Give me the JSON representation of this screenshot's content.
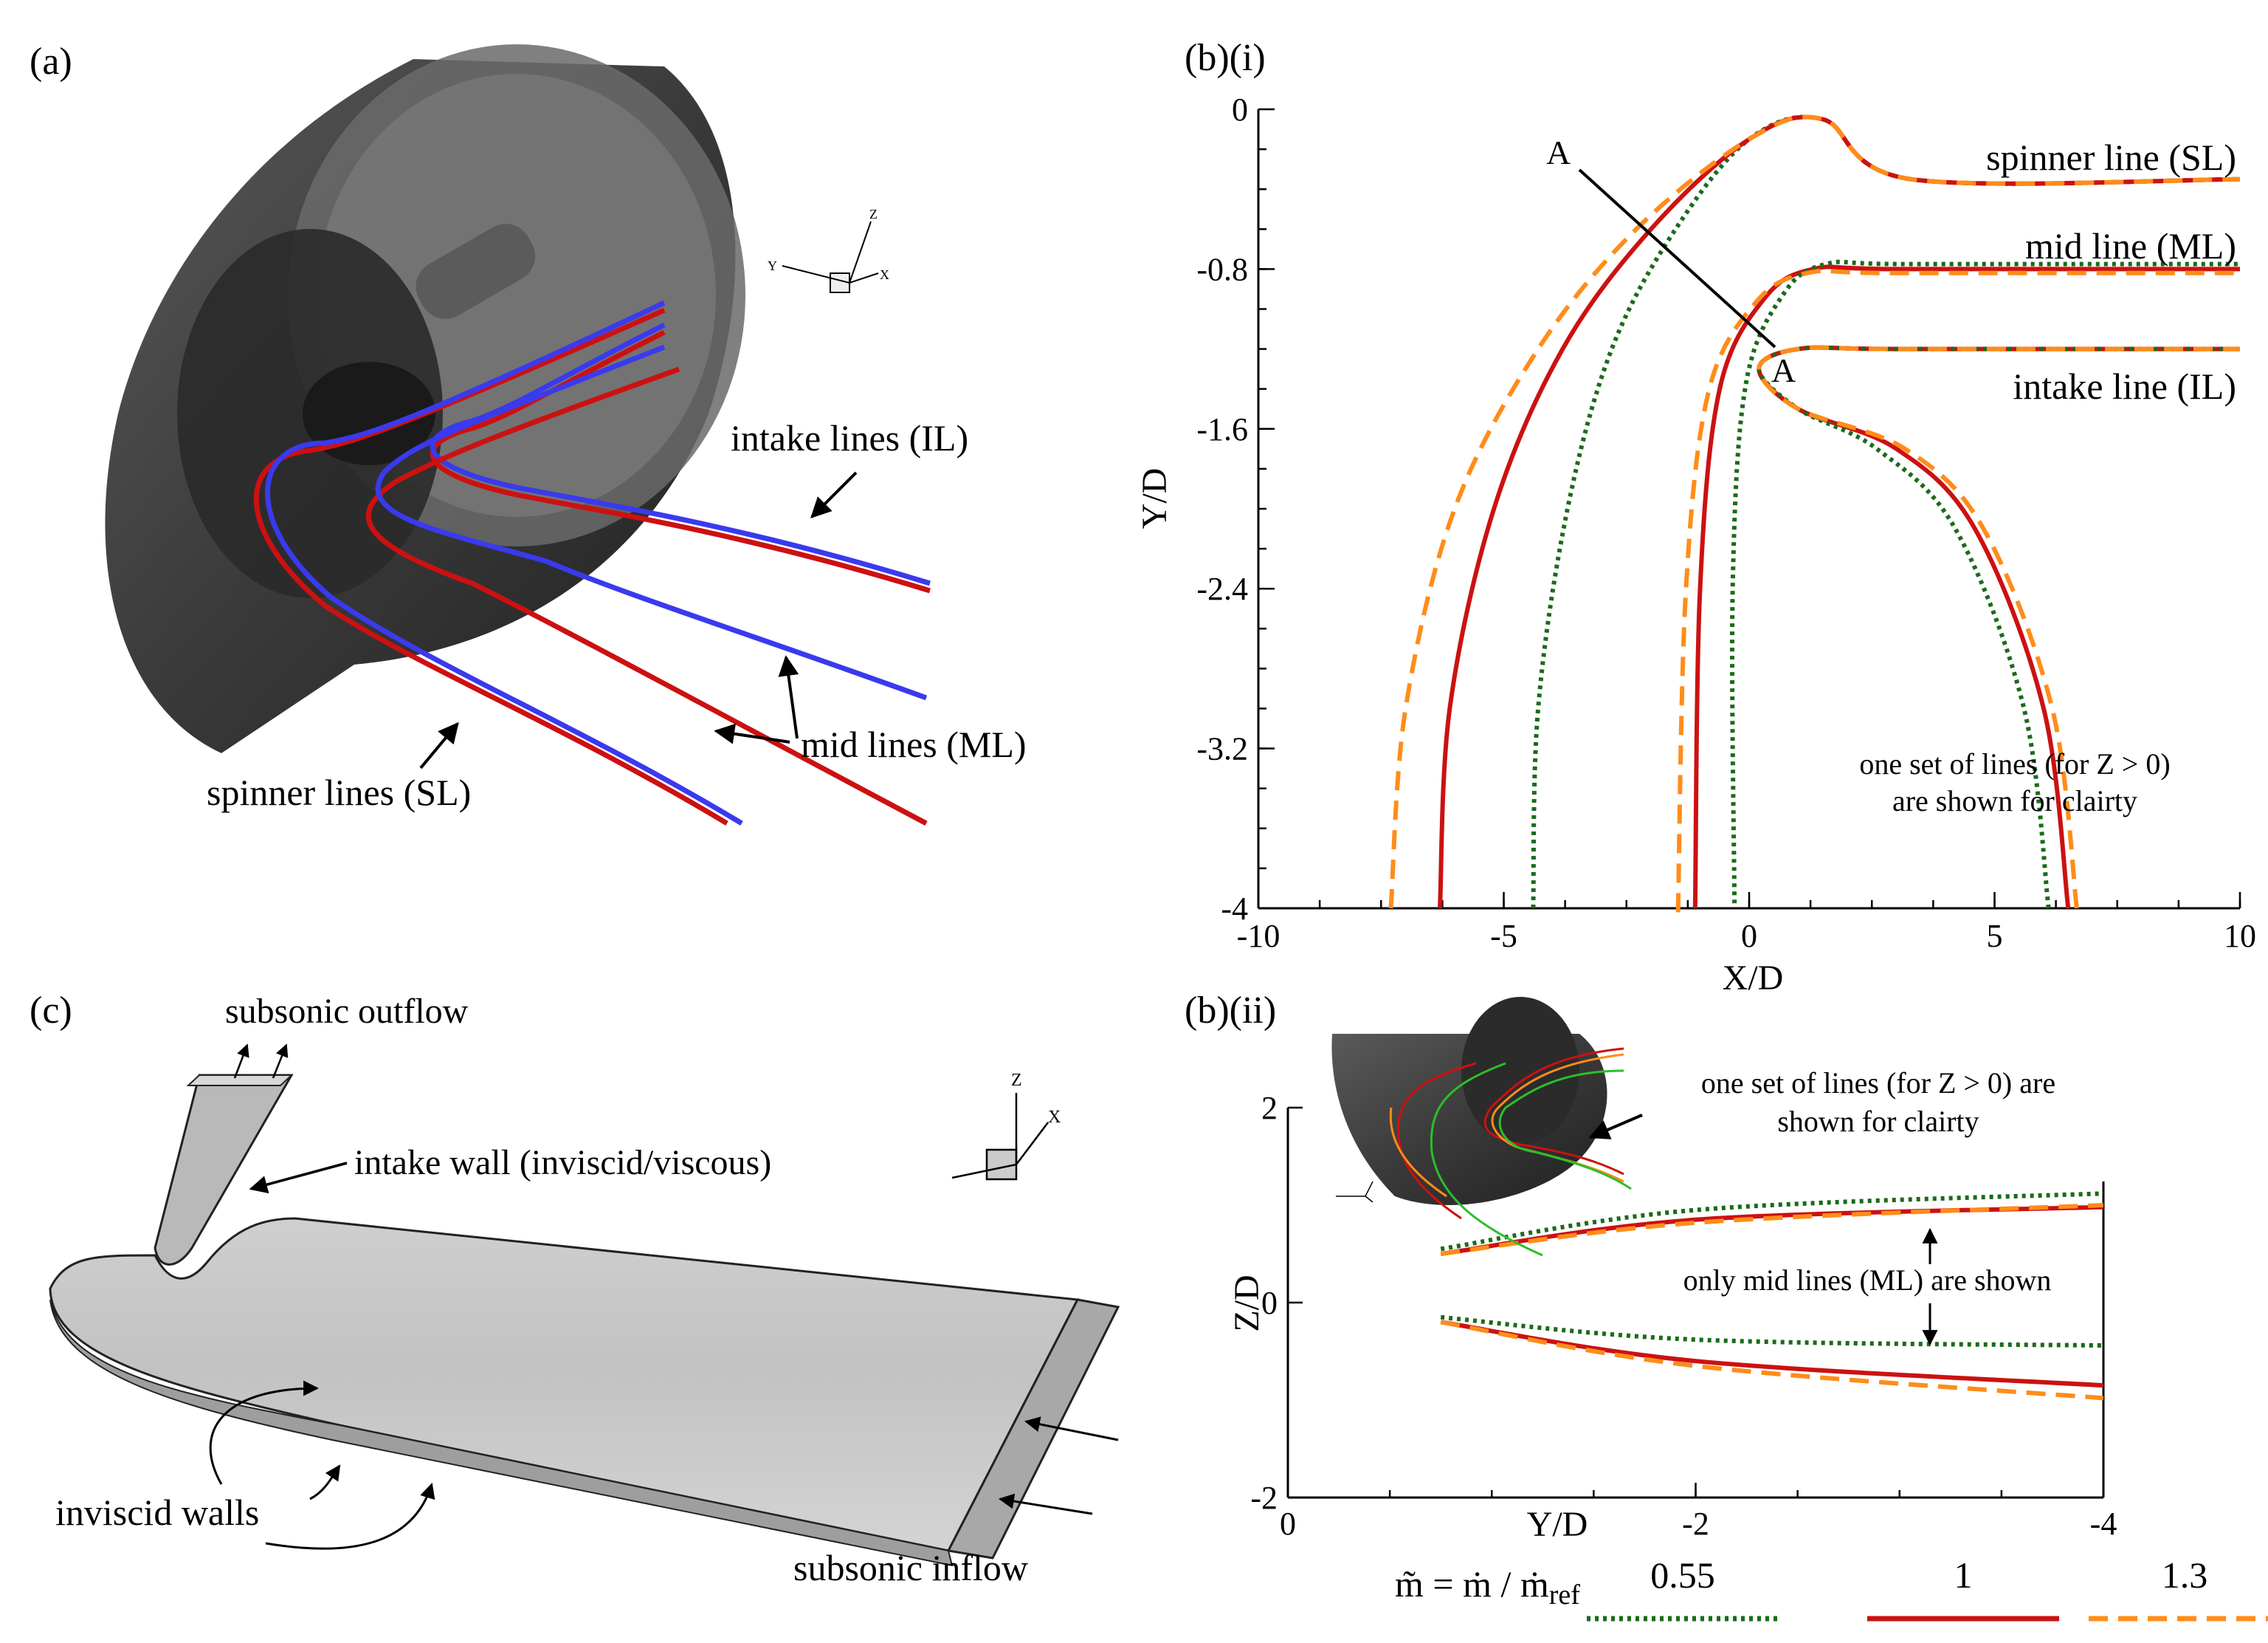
{
  "panels": {
    "a": {
      "label": "(a)",
      "annotations": {
        "intake": "intake lines (IL)",
        "mid": "mid lines (ML)",
        "spinner": "spinner lines (SL)"
      },
      "triad": {
        "y": "Y",
        "z": "Z",
        "x": "X"
      }
    },
    "bi": {
      "label": "(b)(i)",
      "xlabel": "X/D",
      "ylabel": "Y/D",
      "xticks": [
        "-10",
        "-5",
        "0",
        "5",
        "10"
      ],
      "yticks": [
        "0",
        "-0.8",
        "-1.6",
        "-2.4",
        "-3.2",
        "-4"
      ],
      "line_labels": {
        "sl": "spinner line (SL)",
        "ml": "mid line (ML)",
        "il": "intake line (IL)"
      },
      "point_label": "A",
      "note": [
        "one set of lines (for Z > 0)",
        "are shown for clairty"
      ]
    },
    "bii": {
      "label": "(b)(ii)",
      "xlabel": "Y/D",
      "ylabel": "Z/D",
      "xticks": [
        "0",
        "-2",
        "-4"
      ],
      "yticks": [
        "2",
        "0",
        "-2"
      ],
      "note": [
        "one set of lines (for Z > 0) are",
        "shown for clairty"
      ],
      "mid_note": "only mid lines (ML) are shown"
    },
    "c": {
      "label": "(c)",
      "annotations": {
        "outflow": "subsonic outflow",
        "intake_wall": "intake wall (inviscid/viscous)",
        "inviscid": "inviscid walls",
        "inflow": "subsonic inflow"
      },
      "triad": {
        "z": "Z",
        "x": "X"
      }
    }
  },
  "legend": {
    "title": "m̃ = ṁ / ṁ",
    "title_sub": "ref",
    "entries": [
      {
        "label": "0.55",
        "color": "#1a6b1a",
        "style": "dotted"
      },
      {
        "label": "1",
        "color": "#cc1111",
        "style": "solid"
      },
      {
        "label": "1.3",
        "color": "#ff8c1a",
        "style": "dashed"
      }
    ]
  },
  "colors": {
    "green": "#1a6b1a",
    "red": "#cc1111",
    "orange": "#ff8c1a",
    "blue": "#3a3aee"
  },
  "chart_data": [
    {
      "type": "line",
      "panel": "(b)(i)",
      "xlabel": "X/D",
      "ylabel": "Y/D",
      "xlim": [
        -10,
        10
      ],
      "ylim": [
        -4,
        0
      ],
      "series": [
        {
          "name": "0.55",
          "line": "SL",
          "x": [
            -4.4,
            -4.3,
            -3.7,
            -2.8,
            -1.5,
            0.0,
            1.5,
            3.3,
            10
          ],
          "y": [
            -4.0,
            -3.0,
            -2.0,
            -1.2,
            -0.6,
            -0.15,
            -0.05,
            -0.35,
            -0.35
          ]
        },
        {
          "name": "1",
          "line": "SL",
          "x": [
            -6.3,
            -6.1,
            -5.2,
            -3.8,
            -2.0,
            0.0,
            1.5,
            3.3,
            10
          ],
          "y": [
            -4.0,
            -3.0,
            -2.0,
            -1.2,
            -0.6,
            -0.15,
            -0.05,
            -0.35,
            -0.35
          ]
        },
        {
          "name": "1.3",
          "line": "SL",
          "x": [
            -7.3,
            -7.0,
            -6.0,
            -4.3,
            -2.3,
            0.0,
            1.5,
            3.3,
            10
          ],
          "y": [
            -4.0,
            -3.0,
            -2.0,
            -1.2,
            -0.6,
            -0.15,
            -0.05,
            -0.35,
            -0.35
          ]
        },
        {
          "name": "1",
          "line": "ML",
          "x": [
            -1.1,
            -1.0,
            -0.6,
            0.3,
            1.3,
            3.0,
            10
          ],
          "y": [
            -4.0,
            -2.4,
            -1.4,
            -0.95,
            -0.8,
            -0.8,
            -0.8
          ]
        },
        {
          "name": "1",
          "line": "IL",
          "x": [
            6.5,
            6.0,
            4.6,
            3.0,
            1.0,
            0.2,
            1.0,
            3.0,
            10
          ],
          "y": [
            -4.0,
            -3.0,
            -2.1,
            -1.7,
            -1.5,
            -1.3,
            -1.2,
            -1.2,
            -1.2
          ]
        }
      ]
    },
    {
      "type": "line",
      "panel": "(b)(ii)",
      "xlabel": "Y/D",
      "ylabel": "Z/D",
      "xlim": [
        0,
        -4
      ],
      "ylim": [
        -2,
        2
      ],
      "series": [
        {
          "name": "0.55",
          "branch": "upper",
          "x": [
            -0.75,
            -2,
            -4
          ],
          "y": [
            0.55,
            0.95,
            1.12
          ]
        },
        {
          "name": "1",
          "branch": "upper",
          "x": [
            -0.75,
            -2,
            -4
          ],
          "y": [
            0.5,
            0.85,
            0.98
          ]
        },
        {
          "name": "1.3",
          "branch": "upper",
          "x": [
            -0.75,
            -2,
            -4
          ],
          "y": [
            0.5,
            0.82,
            1.0
          ]
        },
        {
          "name": "0.55",
          "branch": "lower",
          "x": [
            -0.75,
            -2,
            -4
          ],
          "y": [
            -0.15,
            -0.38,
            -0.44
          ]
        },
        {
          "name": "1",
          "branch": "lower",
          "x": [
            -0.75,
            -2,
            -4
          ],
          "y": [
            -0.2,
            -0.6,
            -0.85
          ]
        },
        {
          "name": "1.3",
          "branch": "lower",
          "x": [
            -0.75,
            -2,
            -4
          ],
          "y": [
            -0.2,
            -0.65,
            -0.98
          ]
        }
      ]
    }
  ]
}
